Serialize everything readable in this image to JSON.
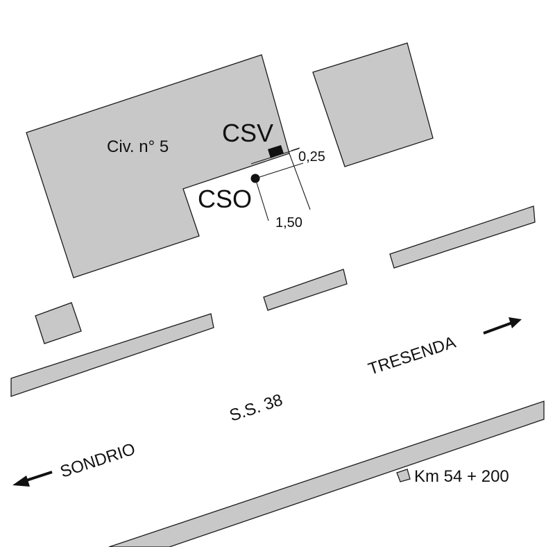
{
  "map": {
    "building_label": "Civ. n° 5",
    "csv_label": "CSV",
    "cso_label": "CSO",
    "dimension_a": "0,25",
    "dimension_b": "1,50",
    "road_label": "S.S. 38",
    "direction_east": "TRESENDA",
    "direction_west": "SONDRIO",
    "milestone_label": "Km 54 + 200"
  },
  "colors": {
    "building_fill": "#c8c8c8",
    "outline": "#1a1a1a",
    "background": "#ffffff"
  }
}
